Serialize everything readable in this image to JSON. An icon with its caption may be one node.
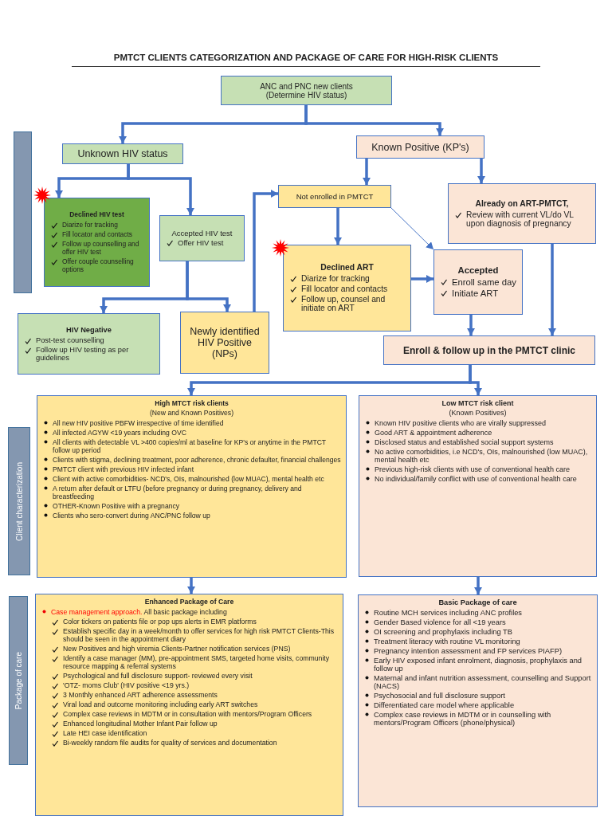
{
  "diagram": {
    "title": "PMTCT CLIENTS CATEGORIZATION AND PACKAGE OF CARE FOR HIGH-RISK CLIENTS",
    "nodes": [
      {
        "text": [
          "ANC and PNC new clients",
          "(Determine HIV status)"
        ]
      },
      {
        "text": [],
        "shape": "bar"
      },
      {
        "text": [
          "Unknown HIV status"
        ]
      },
      {
        "text": [
          "Known Positive (KP's)"
        ]
      },
      {
        "text": [
          "Declined HIV test",
          "Diarize for tracking",
          "Fill locator and contacts",
          "Follow up counselling and offer HIV test",
          "Offer couple counselling options"
        ]
      },
      {
        "text": [
          "Accepted HIV test",
          "Offer HIV test"
        ]
      },
      {
        "text": [
          "Not enrolled in PMTCT"
        ]
      },
      {
        "text": [
          "Already on ART-PMTCT,",
          "Review with current VL/do VL upon diagnosis of pregnancy"
        ]
      },
      {
        "text": [
          "Declined ART",
          "Diarize for tracking",
          "Fill locator and contacts",
          "Follow up, counsel and initiate on ART"
        ]
      },
      {
        "text": [
          "Accepted",
          "Enroll same day",
          "Initiate ART"
        ]
      },
      {
        "text": [
          "HIV Negative",
          "Post-test counselling",
          "Follow up HIV testing as per guidelines"
        ]
      },
      {
        "text": [
          "Newly identified HIV Positive (NPs)"
        ]
      },
      {
        "text": [
          "Enroll & follow up in the PMTCT clinic"
        ]
      },
      {
        "text": [
          "Client characterization"
        ]
      },
      {
        "text": [
          "High MTCT risk clients",
          "(New and Known Positives)",
          "All new HIV positive PBFW irrespective of time identified",
          "All infected AGYW <19 years including OVC",
          "All clients with detectable VL >400 copies/ml at baseline for KP's or anytime in the PMTCT follow up period",
          "Clients with stigma, declining treatment, poor adherence, chronic defaulter, financial challenges",
          "PMTCT client with previous HIV infected infant",
          "Client with active comorbidities- NCD's, OIs, malnourished (low MUAC), mental health etc",
          "A return after default or LTFU (before pregnancy or during pregnancy, delivery and breastfeeding",
          "OTHER-Known Positive with a pregnancy",
          "Clients who sero-convert during ANC/PNC follow up"
        ]
      },
      {
        "text": [
          "Low MTCT risk client",
          "(Known Positives)",
          "Known HIV positive clients who are virally suppressed",
          "Good ART & appointment adherence",
          "Disclosed status and established social support systems",
          "No active comorbidities, i.e NCD's, OIs, malnourished (low MUAC), mental health etc",
          "Previous high-risk clients with use of conventional health care",
          "No individual/family conflict with use of conventional health care"
        ]
      },
      {
        "text": [
          "Package of care"
        ]
      },
      {
        "text": [
          "Enhanced Package of Care",
          "Case management approach.",
          "All basic package including",
          "Color tickers on patients file or pop ups alerts in EMR platforms",
          "Establish specific day in a week/month to offer services for high risk PMTCT Clients-This should be seen in the appointment diary",
          "New Positives and high viremia Clients-Partner notification services (PNS)",
          "Identify a case manager (MM), pre-appointment SMS, targeted home visits, community resource mapping & referral systems",
          "Psychological and full disclosure support- reviewed every visit",
          "'OTZ- moms Club' (HIV positive <19 yrs.)",
          "3 Monthly enhanced ART adherence assessments",
          "Viral load and outcome monitoring including early ART switches",
          "Complex case reviews in MDTM or in consultation with mentors/Program Officers",
          "Enhanced longitudinal Mother Infant Pair follow up",
          "Late HEI case identification",
          "Bi-weekly random file audits for quality of services and documentation"
        ]
      },
      {
        "text": [
          "Basic Package of care",
          "Routine MCH services including ANC profiles",
          "Gender Based violence for all <19 years",
          "OI screening and prophylaxis including TB",
          "Treatment literacy with routine VL monitoring",
          "Pregnancy intention assessment and FP services PIAFP)",
          "Early HIV exposed infant enrolment, diagnosis, prophylaxis and follow up",
          "Maternal and infant nutrition assessment, counselling and Support (NACS)",
          "Psychosocial and full disclosure support",
          "Differentiated care model where applicable",
          "Complex case reviews in MDTM or in counselling with mentors/Program Officers (phone/physical)"
        ]
      }
    ],
    "edges": [
      {
        "from": 0,
        "to": 2,
        "arrow": "to"
      },
      {
        "from": 0,
        "to": 3,
        "arrow": "to"
      },
      {
        "from": 2,
        "to": 4,
        "arrow": "to"
      },
      {
        "from": 2,
        "to": 5,
        "arrow": "to"
      },
      {
        "from": 5,
        "to": 10,
        "arrow": "to"
      },
      {
        "from": 5,
        "to": 11,
        "arrow": "to"
      },
      {
        "from": 11,
        "to": 6,
        "arrow": "to"
      },
      {
        "from": 3,
        "to": 6,
        "arrow": "to"
      },
      {
        "from": 3,
        "to": 7,
        "arrow": "to"
      },
      {
        "from": 6,
        "to": 8,
        "arrow": "to"
      },
      {
        "from": 6,
        "to": 9,
        "arrow": "to"
      },
      {
        "from": 8,
        "to": 9,
        "arrow": "to"
      },
      {
        "from": 9,
        "to": 12,
        "arrow": "to"
      },
      {
        "from": 7,
        "to": 12,
        "arrow": "to"
      },
      {
        "from": 12,
        "to": 14,
        "arrow": "to"
      },
      {
        "from": 12,
        "to": 15,
        "arrow": "to"
      },
      {
        "from": 14,
        "to": 17,
        "arrow": "to"
      },
      {
        "from": 15,
        "to": 18,
        "arrow": "to"
      }
    ]
  }
}
